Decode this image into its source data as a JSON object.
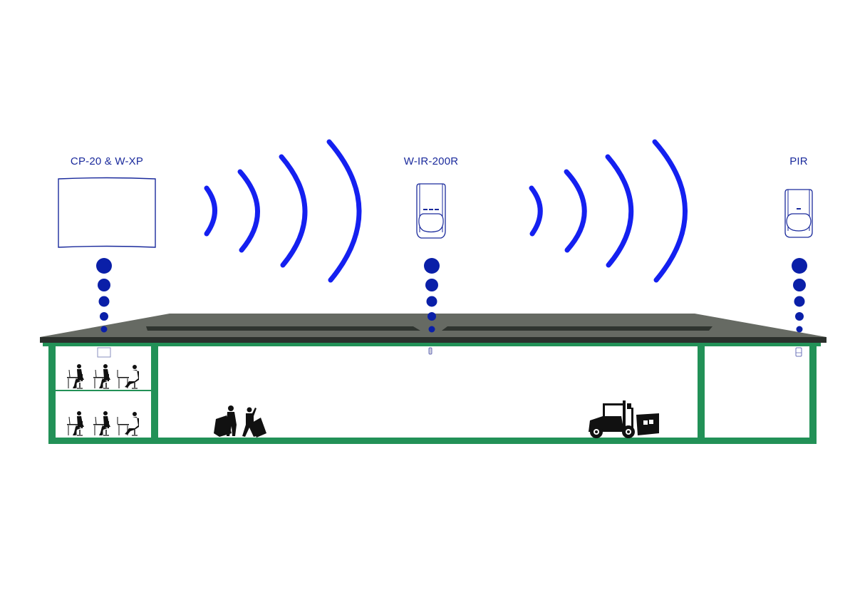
{
  "diagram": {
    "type": "wireless-building-layout",
    "colors": {
      "label_text": "#1a2a9c",
      "device_outline": "#1a2a9c",
      "signal_wave": "#1420f0",
      "dot": "#0a1fa8",
      "roof_top": "#666a63",
      "roof_edge": "#2b302c",
      "roof_groove": "#2f342f",
      "wall": "#229157",
      "silhouette": "#111111"
    },
    "devices": [
      {
        "id": "control-panel",
        "label": "CP-20 & W-XP",
        "icon": "control-panel-box-icon"
      },
      {
        "id": "repeater",
        "label": "W-IR-200R",
        "icon": "motion-detector-icon"
      },
      {
        "id": "pir",
        "label": "PIR",
        "icon": "motion-detector-icon"
      }
    ],
    "signals": [
      {
        "from": "control-panel",
        "to": "repeater",
        "icon": "wireless-signal-icon",
        "arcs": 4
      },
      {
        "from": "repeater",
        "to": "pir",
        "icon": "wireless-signal-icon",
        "arcs": 4
      }
    ],
    "building": {
      "rooms": [
        {
          "id": "office",
          "contents": "office-workers-icon",
          "floors": 2,
          "workers_per_floor": 3
        },
        {
          "id": "warehouse",
          "contents": [
            "porters-with-carts-icon",
            "forklift-icon"
          ]
        },
        {
          "id": "storage-room",
          "contents": []
        }
      ]
    }
  }
}
